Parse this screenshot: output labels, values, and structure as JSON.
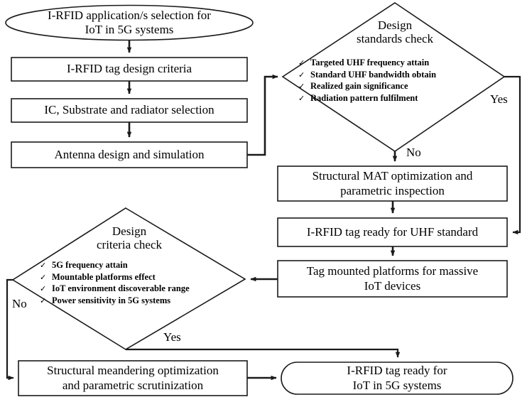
{
  "diagram": {
    "title": "I-RFID tag design flow for IoT in 5G systems",
    "type": "flowchart",
    "colors": {
      "stroke": "#1a1a1a",
      "fill": "#ffffff",
      "text": "#000000"
    }
  },
  "nodes": {
    "start_oval": {
      "shape": "oval",
      "line1": "I-RFID application/s selection for",
      "line2": "IoT in 5G systems"
    },
    "box_design_criteria": {
      "shape": "rectangle",
      "line1": "I-RFID tag design criteria"
    },
    "box_ic_substrate": {
      "shape": "rectangle",
      "line1": "IC, Substrate and radiator selection"
    },
    "box_antenna_design": {
      "shape": "rectangle",
      "line1": "Antenna design and simulation"
    },
    "diamond_standards": {
      "shape": "diamond",
      "title_line1": "Design",
      "title_line2": "standards check",
      "criteria": [
        "Targeted UHF frequency attain",
        "Standard UHF bandwidth obtain",
        "Realized gain significance",
        "Radiation pattern fulfilment"
      ],
      "check_glyph": "✓"
    },
    "box_structural_mat": {
      "shape": "rectangle",
      "line1": "Structural MAT optimization and",
      "line2": "parametric inspection"
    },
    "box_uhf_ready": {
      "shape": "rectangle",
      "line1": "I-RFID tag ready for UHF standard"
    },
    "box_tag_mounted": {
      "shape": "rectangle",
      "line1": "Tag mounted platforms for massive",
      "line2": "IoT devices"
    },
    "diamond_criteria": {
      "shape": "diamond",
      "title_line1": "Design",
      "title_line2": "criteria check",
      "criteria": [
        "5G frequency attain",
        "Mountable platforms effect",
        "IoT environment discoverable range",
        "Power sensitivity in 5G systems"
      ],
      "check_glyph": "✓"
    },
    "box_meandering": {
      "shape": "rectangle",
      "line1": "Structural meandering optimization",
      "line2": "and parametric scrutinization"
    },
    "end_oval": {
      "shape": "oval",
      "line1": "I-RFID tag ready for",
      "line2": "IoT in 5G systems"
    }
  },
  "edge_labels": {
    "standards_yes": "Yes",
    "standards_no": "No",
    "criteria_no": "No",
    "criteria_yes": "Yes"
  }
}
